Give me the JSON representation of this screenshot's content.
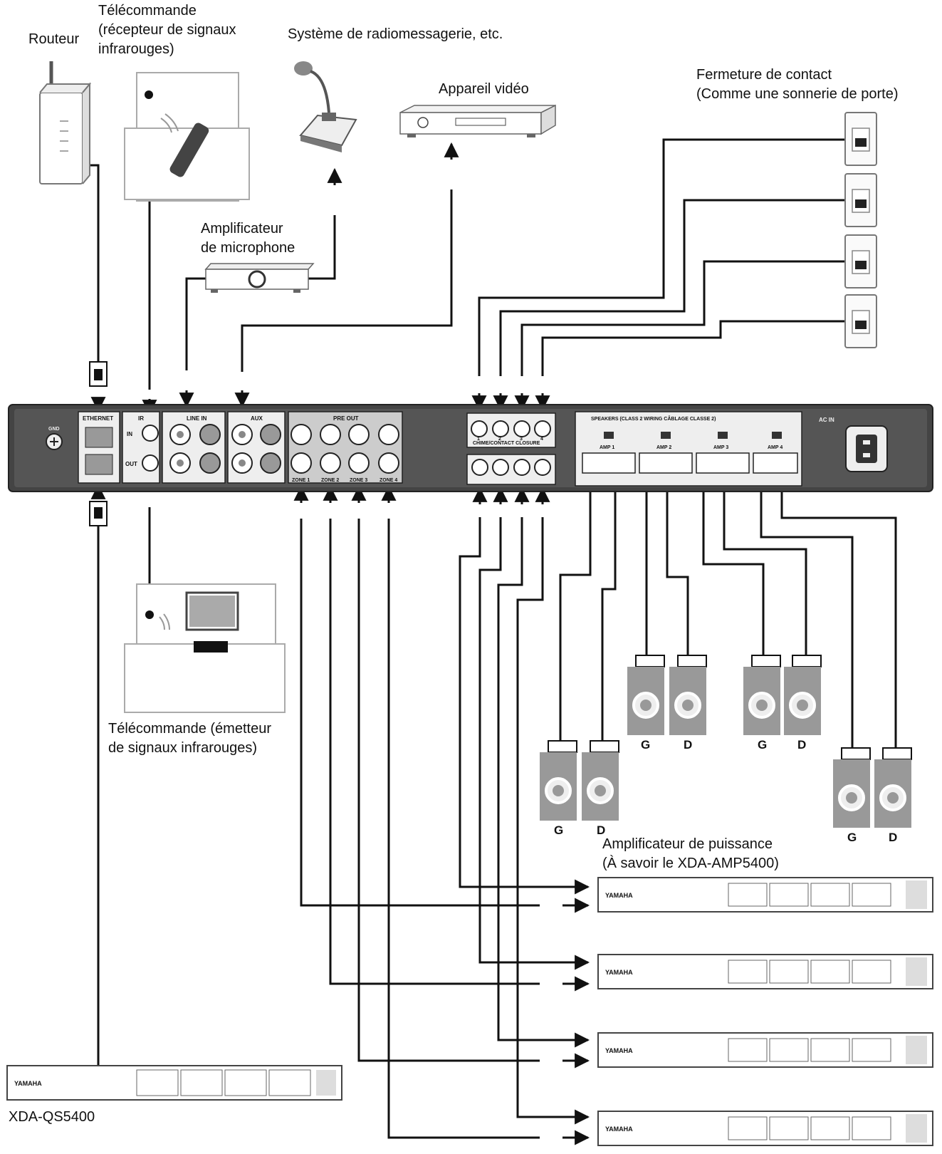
{
  "labels": {
    "router": "Routeur",
    "ir_receiver": "Télécommande\n(récepteur de signaux\ninfrarouges)",
    "paging": "Système de radiomessagerie, etc.",
    "video": "Appareil vidéo",
    "contact_closure": "Fermeture de contact\n(Comme une sonnerie de porte)",
    "mic_amp": "Amplificateur\nde microphone",
    "ir_emitter": "Télécommande (émetteur\nde signaux infrarouges)",
    "power_amp": "Amplificateur de puissance\n(À savoir le XDA-AMP5400)",
    "qs5400": "XDA-QS5400"
  },
  "speaker_labels": {
    "left": "G",
    "right": "D"
  },
  "panel": {
    "ethernet": "ETHERNET",
    "ir": "IR",
    "ir_in": "IN",
    "ir_out": "OUT",
    "line_in": "LINE IN",
    "aux": "AUX",
    "pre_out": "PRE OUT",
    "chime": "CHIME/CONTACT CLOSURE",
    "speakers": "SPEAKERS (CLASS 2 WIRING  CÂBLAGE CLASSE 2)",
    "ac_in": "AC IN",
    "gnd": "GND",
    "zones": [
      "ZONE 1",
      "ZONE 2",
      "ZONE 3",
      "ZONE 4"
    ],
    "contacts": [
      "1",
      "2",
      "3",
      "4"
    ],
    "amps": [
      "AMP 1",
      "AMP 2",
      "AMP 3",
      "AMP 4"
    ]
  },
  "device_brand": "YAMAHA"
}
